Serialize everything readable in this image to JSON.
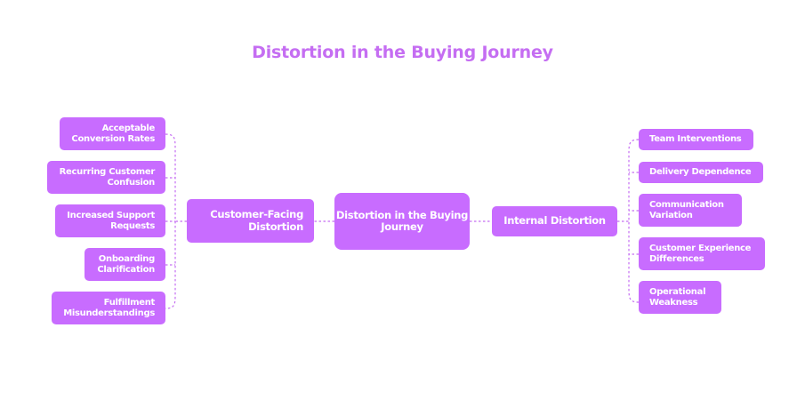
{
  "title": "Distortion in the Buying Journey",
  "center": {
    "label": "Distortion in the Buying Journey"
  },
  "left_branch": {
    "label": "Customer-Facing Distortion",
    "items": [
      "Acceptable Conversion Rates",
      "Recurring Customer Confusion",
      "Increased Support Requests",
      "Onboarding Clarification",
      "Fulfillment Misunderstandings"
    ]
  },
  "right_branch": {
    "label": "Internal Distortion",
    "items": [
      "Team Interventions",
      "Delivery Dependence",
      "Communication Variation",
      "Customer Experience Differences",
      "Operational Weakness"
    ]
  },
  "colors": {
    "node": "#c86cff",
    "title": "#c56ef2",
    "connector": "#c56ef2"
  }
}
